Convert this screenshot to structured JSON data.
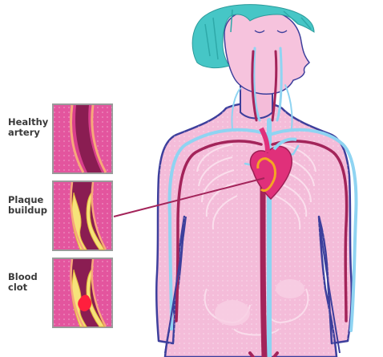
{
  "panels": [
    {
      "id": "healthy",
      "label_lines": [
        "Healthy",
        "artery"
      ]
    },
    {
      "id": "plaque",
      "label_lines": [
        "Plaque",
        "buildup"
      ]
    },
    {
      "id": "clot",
      "label_lines": [
        "Blood",
        "clot"
      ]
    }
  ],
  "colors": {
    "body_fill": "#f4bcd9",
    "body_fill_light": "#f9d3e6",
    "body_outline": "#3d3f9c",
    "artery": "#a3245a",
    "vein": "#8fd4f2",
    "heart": "#e0307a",
    "hair": "#46c6c6",
    "vessel_wall": "#e56fae",
    "vessel_lumen": "#8a1d52",
    "plaque": "#f6e27a",
    "clot": "#ff1f3d",
    "panel_border": "#9a9a9a",
    "pointer_line": "#a3245a"
  }
}
